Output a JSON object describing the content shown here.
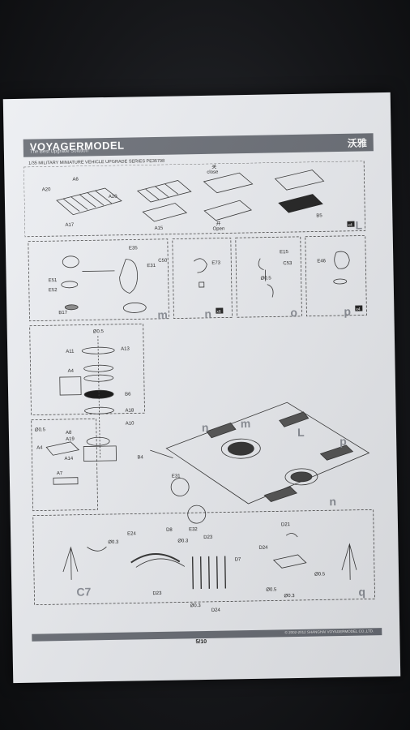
{
  "header": {
    "brand": "VOYAGERMODEL",
    "tagline": "The Best Upgrade Solution",
    "brand_cn": "沃雅",
    "series": "1/35 MILITARY MINIATURE VEHICLE UPGRADE SERIES PE35798"
  },
  "footer": {
    "page": "5/10",
    "copyright": "© 2002-2012 SHANGHAI VOYAGERMODEL CO.,LTD."
  },
  "panels": {
    "top": {
      "parts": [
        "A6",
        "A20",
        "A20",
        "A17",
        "A15",
        "B5"
      ],
      "words": [
        "close",
        "Open"
      ],
      "cn": [
        "关",
        "开"
      ],
      "qty": "x4",
      "step": "L"
    },
    "m": {
      "parts": [
        "E35",
        "E31",
        "C50",
        "E51",
        "E52",
        "B17"
      ],
      "step": "m"
    },
    "n": {
      "parts": [
        "E73"
      ],
      "qty": "x6",
      "step": "n"
    },
    "o": {
      "parts": [
        "E15",
        "C53",
        "Ø0.5"
      ],
      "step": "o"
    },
    "p": {
      "parts": [
        "E46"
      ],
      "qty": "x4",
      "step": "p"
    },
    "hatch": {
      "parts": [
        "Ø0.5",
        "A11",
        "A13",
        "A4",
        "B6",
        "A18",
        "A10",
        "B4"
      ]
    },
    "inset": {
      "parts": [
        "Ø0.5",
        "A8",
        "A19",
        "A4",
        "A14",
        "A7"
      ]
    },
    "main": {
      "parts": [
        "E31",
        "E32"
      ],
      "step_refs": [
        "n",
        "m",
        "L",
        "p",
        "n"
      ]
    },
    "bottom": {
      "parts": [
        "E24",
        "D8",
        "Ø0.3",
        "D23",
        "Ø0.3",
        "D23",
        "D7",
        "D24",
        "Ø0.3",
        "D21",
        "D24",
        "Ø0.5",
        "Ø0.5",
        "Ø0.3",
        "C7"
      ],
      "step": "q"
    }
  }
}
